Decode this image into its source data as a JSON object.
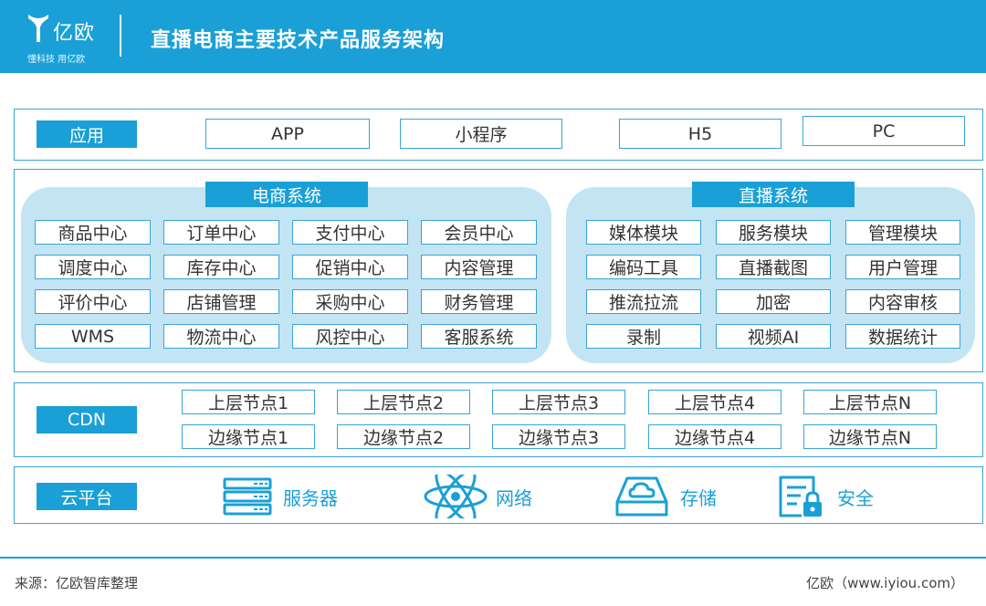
{
  "header": {
    "logo_name": "亿欧",
    "logo_slogan": "懂科技 用亿欧",
    "title": "直播电商主要技术产品服务架构"
  },
  "app_row": {
    "label": "应用",
    "items": [
      "APP",
      "小程序",
      "H5",
      "PC"
    ]
  },
  "ecommerce": {
    "title": "电商系统",
    "items": [
      "商品中心",
      "订单中心",
      "支付中心",
      "会员中心",
      "调度中心",
      "库存中心",
      "促销中心",
      "内容管理",
      "评价中心",
      "店铺管理",
      "采购中心",
      "财务管理",
      "WMS",
      "物流中心",
      "风控中心",
      "客服系统"
    ]
  },
  "live": {
    "title": "直播系统",
    "items": [
      "媒体模块",
      "服务模块",
      "管理模块",
      "编码工具",
      "直播截图",
      "用户管理",
      "推流拉流",
      "加密",
      "内容审核",
      "录制",
      "视频AI",
      "数据统计"
    ]
  },
  "cdn": {
    "label": "CDN",
    "upper": [
      "上层节点1",
      "上层节点2",
      "上层节点3",
      "上层节点4",
      "上层节点N"
    ],
    "edge": [
      "边缘节点1",
      "边缘节点2",
      "边缘节点3",
      "边缘节点4",
      "边缘节点N"
    ]
  },
  "cloud": {
    "label": "云平台",
    "items": [
      {
        "text": "服务器",
        "icon": "server-icon"
      },
      {
        "text": "网络",
        "icon": "atom-network-icon"
      },
      {
        "text": "存储",
        "icon": "cloud-storage-icon"
      },
      {
        "text": "安全",
        "icon": "document-lock-icon"
      }
    ]
  },
  "footer": {
    "source": "来源：亿欧智库整理",
    "credit": "亿欧（www.iyiou.com）"
  },
  "colors": {
    "accent": "#1aa0d6",
    "panel_bg": "#c3e5f3",
    "border": "#3aa3d6"
  }
}
